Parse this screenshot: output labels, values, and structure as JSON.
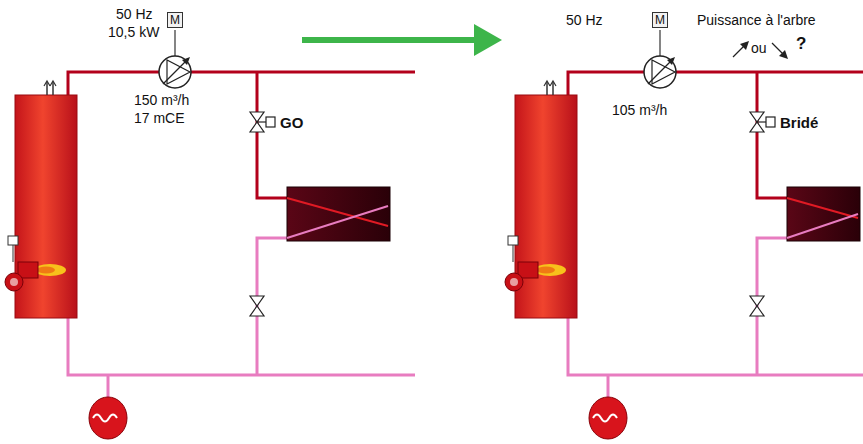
{
  "diagram": {
    "nodes": [
      {
        "text": [
          "M"
        ]
      },
      {
        "text": [
          "M"
        ]
      }
    ],
    "labels": [
      "50 Hz",
      "10,5 kW",
      "150 m³/h",
      "17 mCE",
      "GO",
      "50 Hz",
      "Puissance à l'arbre",
      "ou",
      "?",
      "105 m³/h",
      "Bridé"
    ]
  }
}
